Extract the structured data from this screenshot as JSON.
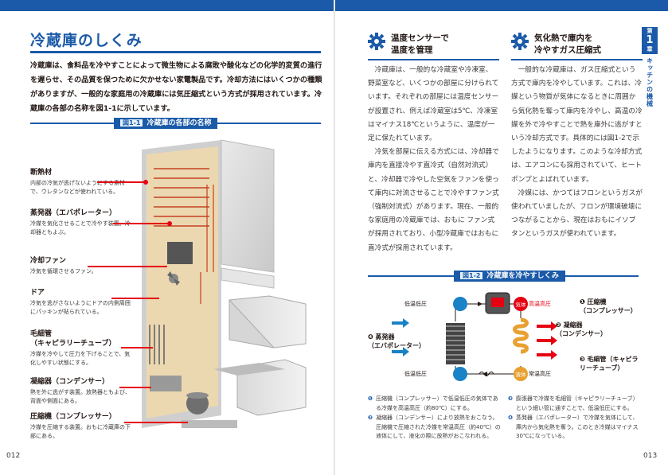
{
  "left": {
    "title": "冷蔵庫のしくみ",
    "intro": "冷蔵庫は、食料品を冷やすことによって微生物による腐敗や酸化などの化学的変質の進行を遅らせ、その品質を保つために欠かせない家電製品です。冷却方法にはいくつかの種類がありますが、一般的な家庭用の冷蔵庫には気圧縮式という方式が採用されています。冷蔵庫の各部の名称を図1-1に示しています。",
    "figure": {
      "number": "図1-1",
      "caption": "冷蔵庫の各部の名称"
    },
    "callouts": [
      {
        "name": "断熱材",
        "desc": "内部の冷気が逃げないようにする素材で、ウレタンなどが使われている。"
      },
      {
        "name": "蒸発器（エバポレーター）",
        "desc": "冷媒を気化させることで冷やす装置。冷却器ともよぶ。"
      },
      {
        "name": "冷却ファン",
        "desc": "冷気を循環させるファン。"
      },
      {
        "name": "ドア",
        "desc": "冷気を逃がさないようにドアの内側周囲にパッキンが貼られている。"
      },
      {
        "name": "毛細管\n（キャピラリーチューブ）",
        "desc": "冷媒を冷やして圧力を下げることで、気化しやすい状態にする。"
      },
      {
        "name": "凝縮器（コンデンサー）",
        "desc": "熱を外に逃がす装置。放熱器ともよび、背面や側面にある。"
      },
      {
        "name": "圧縮機（コンプレッサー）",
        "desc": "冷媒を圧縮する装置。おもに冷蔵庫の下部にある。"
      }
    ],
    "page_number": "012"
  },
  "right": {
    "chapter": {
      "prefix": "第",
      "number": "1",
      "suffix": "章",
      "title": "キッチンの機械"
    },
    "col1": {
      "heading": "温度センサーで\n温度を管理",
      "paragraphs": [
        "冷蔵庫は、一般的な冷蔵室や冷凍室、野菜室など、いくつかの部屋に分けられています。それぞれの部屋には温度センサーが設置され、例えば冷蔵室は5℃、冷凍室はマイナス18℃というように、温度が一定に保たれています。",
        "冷気を部屋に伝える方式には、冷却器で庫内を直接冷やす直冷式（自然対流式）と、冷却器で冷やした空気をファンを使って庫内に対流させることで冷やすファン式（強制対流式）があります。現在、一般的な家庭用の冷蔵庫では、おもに ファン式が採用されており、小型冷蔵庫ではおもに直冷式が採用されています。"
      ]
    },
    "col2": {
      "heading": "気化熱で庫内を\n冷やすガス圧縮式",
      "paragraphs": [
        "一般的な冷蔵庫は、ガス圧縮式という方式で庫内を冷やしています。これは、冷媒という物質が気体になるときに周囲から気化熱を奪って庫内を冷やし、高温の冷媒を外で冷やすことで熱を庫外に逃がすという冷却方式です。具体的には図1-2で示したようになります。このような冷却方式は、エアコンにも採用されていて、ヒートポンプとよばれています。",
        "冷媒には、かつてはフロンというガスが使われていましたが、フロンが環境破壊につながることから、現在はおもにイソブタンというガスが使われています。"
      ]
    },
    "figure": {
      "number": "図1-2",
      "caption": "冷蔵庫を冷やすしくみ"
    },
    "diagram": {
      "low_pressure_low_temp": "低温低圧",
      "high_temp_high_pressure": "高温高圧",
      "low_temp_low_pressure": "低温低圧",
      "normal_temp_high_pressure": "常温高圧",
      "gas": "気体",
      "liquid": "液体",
      "compressor": "❶ 圧縮機\n（コンプレッサー）",
      "condenser": "❷ 凝縮器\n（コンデンサー）",
      "capillary": "❸ 毛細管（キャピラ\nリーチューブ）",
      "evaporator": "❹ 蒸発器\n（エバポレーター）"
    },
    "notes_left": [
      {
        "n": "❶",
        "t": "圧縮機（コンプレッサー）で低温低圧の気体である冷媒を高温高圧（約80℃）にする。"
      },
      {
        "n": "❷",
        "t": "凝縮器（コンデンサー）により放熱をおこなう。圧縮機で圧縮された冷媒を常温高圧（約40℃）の液体にして、液化の際に放熱がおこなわれる。"
      }
    ],
    "notes_right": [
      {
        "n": "❸",
        "t": "膨張器で冷媒を毛細管（キャピラリーチューブ）という細い管に通すことで、低温低圧にする。"
      },
      {
        "n": "❹",
        "t": "蒸発器（エバポレーター）で冷媒を気体にして、庫内から気化熱を奪う。このとき冷媒はマイナス30℃になっている。"
      }
    ],
    "page_number": "013"
  }
}
